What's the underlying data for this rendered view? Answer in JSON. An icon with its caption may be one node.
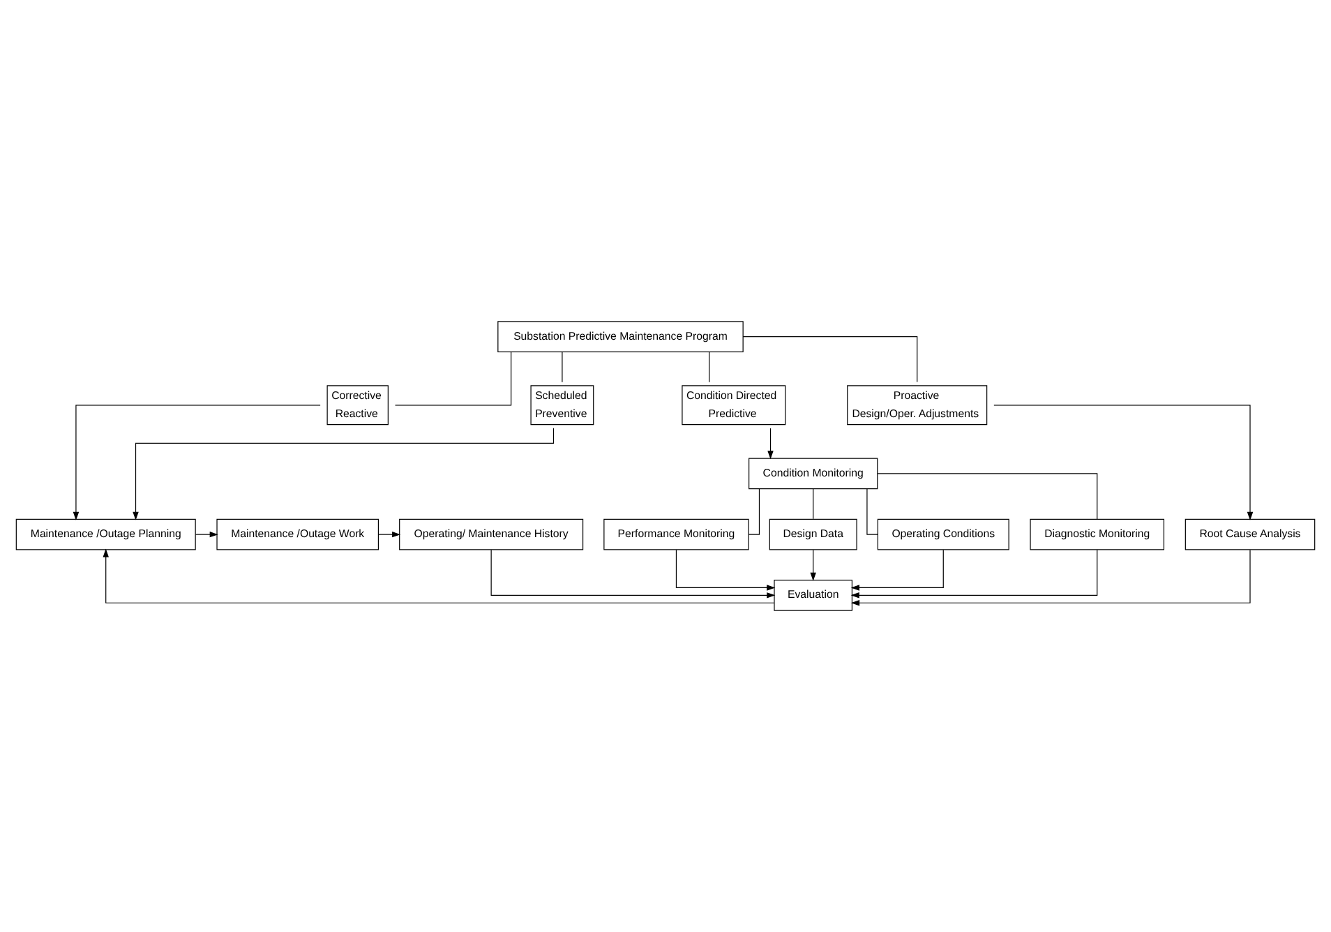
{
  "diagram": {
    "nodes": [
      {
        "text": [
          "Substation Predictive Maintenance Program"
        ]
      },
      {
        "text": [
          "Corrective",
          "Reactive"
        ]
      },
      {
        "text": [
          "Scheduled",
          "Preventive"
        ]
      },
      {
        "text": [
          "Condition Directed",
          "Predictive"
        ]
      },
      {
        "text": [
          "Proactive",
          "Design/Oper. Adjustments"
        ]
      },
      {
        "text": [
          "Condition Monitoring"
        ]
      },
      {
        "text": [
          "Performance Monitoring"
        ]
      },
      {
        "text": [
          "Design Data"
        ]
      },
      {
        "text": [
          "Operating Conditions"
        ]
      },
      {
        "text": [
          "Diagnostic Monitoring"
        ]
      },
      {
        "text": [
          "Root Cause Analysis"
        ]
      },
      {
        "text": [
          "Evaluation"
        ]
      },
      {
        "text": [
          "Operating/ Maintenance History"
        ]
      },
      {
        "text": [
          "Maintenance /Outage Planning"
        ]
      },
      {
        "text": [
          "Maintenance /Outage Work"
        ]
      }
    ],
    "edges": [
      {
        "from": 0,
        "to": 1,
        "arrow": "none"
      },
      {
        "from": 0,
        "to": 2,
        "arrow": "none"
      },
      {
        "from": 0,
        "to": 3,
        "arrow": "none"
      },
      {
        "from": 0,
        "to": 4,
        "arrow": "none"
      },
      {
        "from": 1,
        "to": 13,
        "arrow": "to"
      },
      {
        "from": 2,
        "to": 13,
        "arrow": "to"
      },
      {
        "from": 3,
        "to": 5,
        "arrow": "to"
      },
      {
        "from": 4,
        "to": 10,
        "arrow": "to"
      },
      {
        "from": 5,
        "to": 6,
        "arrow": "none"
      },
      {
        "from": 5,
        "to": 7,
        "arrow": "none"
      },
      {
        "from": 5,
        "to": 8,
        "arrow": "none"
      },
      {
        "from": 5,
        "to": 9,
        "arrow": "none"
      },
      {
        "from": 6,
        "to": 11,
        "arrow": "to"
      },
      {
        "from": 7,
        "to": 11,
        "arrow": "to"
      },
      {
        "from": 8,
        "to": 11,
        "arrow": "to"
      },
      {
        "from": 9,
        "to": 11,
        "arrow": "to"
      },
      {
        "from": 10,
        "to": 11,
        "arrow": "to"
      },
      {
        "from": 12,
        "to": 11,
        "arrow": "to"
      },
      {
        "from": 11,
        "to": 13,
        "arrow": "to"
      },
      {
        "from": 13,
        "to": 14,
        "arrow": "to"
      },
      {
        "from": 14,
        "to": 12,
        "arrow": "to"
      }
    ]
  }
}
